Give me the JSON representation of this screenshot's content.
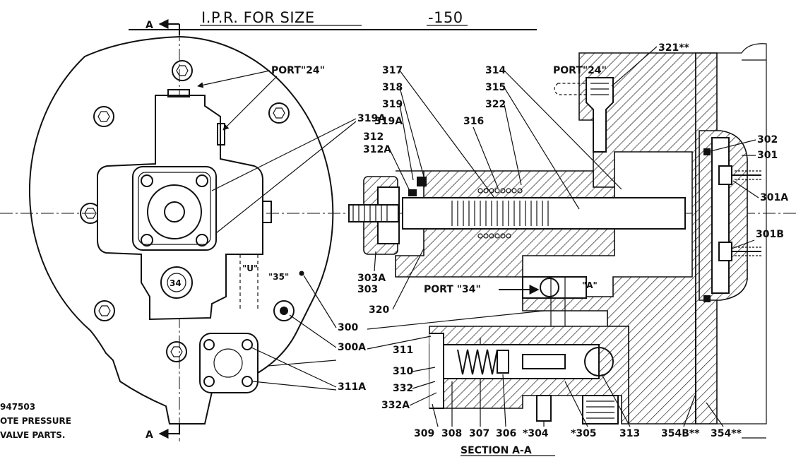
{
  "title": {
    "prefix": "I.P.R. FOR SIZE",
    "size": "-150"
  },
  "section_label": "SECTION A-A",
  "section_marks": {
    "top": "A",
    "bottom": "A"
  },
  "left_view_labels": {
    "port24": "PORT\"24\"",
    "u": "\"U\"",
    "p35": "\"35\"",
    "p34": "34",
    "l319a": "319A",
    "l300": "300",
    "l300a": "300A",
    "l311a": "311A"
  },
  "footnote": [
    "947503",
    "OTE PRESSURE",
    "VALVE PARTS."
  ],
  "section_labels": {
    "port24": "PORT\"24\"",
    "port34": "PORT \"34\"",
    "a": "\"A\"",
    "l321": "321**",
    "l317": "317",
    "l318": "318",
    "l319": "319",
    "l314": "314",
    "l315": "315",
    "l322": "322",
    "l316": "316",
    "l312": "312",
    "l312a": "312A",
    "l302": "302",
    "l301": "301",
    "l301a": "301A",
    "l301b": "301B",
    "l303a": "303A",
    "l303": "303",
    "l320": "320",
    "l311": "311",
    "l310": "310",
    "l332": "332",
    "l332a": "332A",
    "bottom_row": [
      "309",
      "308",
      "307",
      "306",
      "*304",
      "*305",
      "313",
      "354B**",
      "354**"
    ]
  }
}
